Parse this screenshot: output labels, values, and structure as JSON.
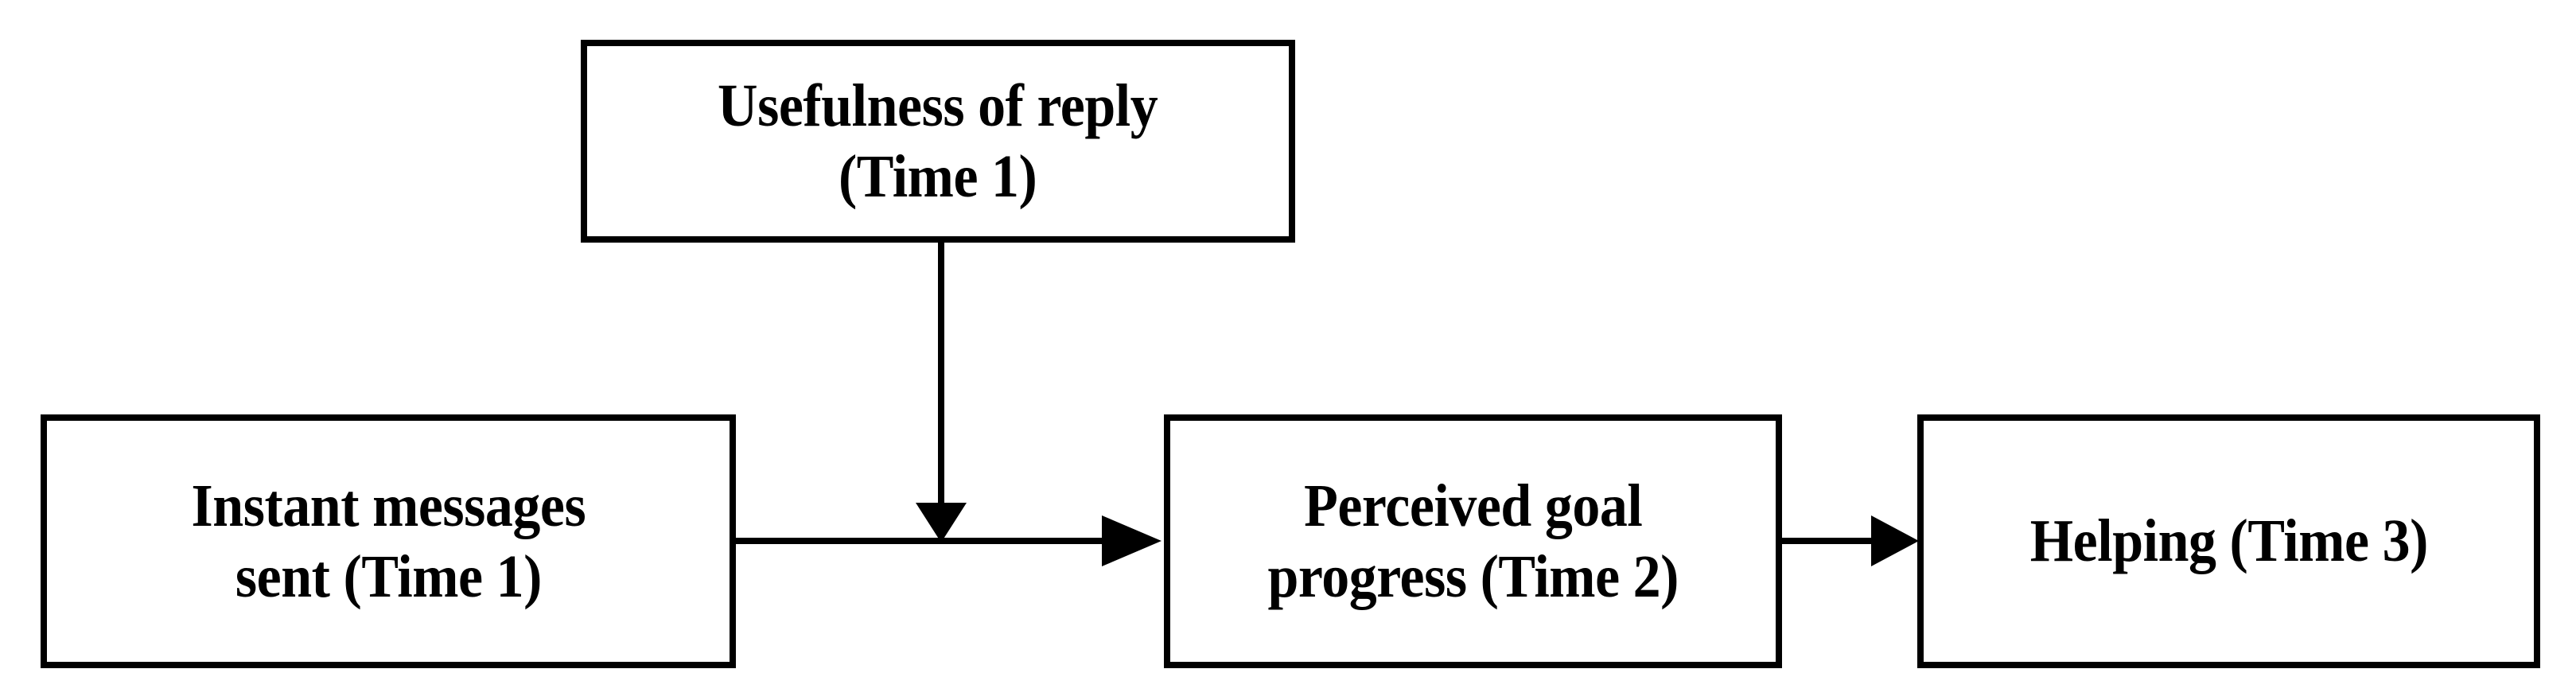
{
  "diagram": {
    "type": "flowchart",
    "title": "",
    "background_color": "#ffffff",
    "line_color": "#000000",
    "nodes": [
      {
        "id": "usefulness",
        "label": "Usefulness of reply\n(Time 1)",
        "line1": "Usefulness of reply",
        "line2": "(Time 1)",
        "time": "Time 1",
        "shape": "rectangle"
      },
      {
        "id": "instant-messages",
        "label": "Instant messages\nsent (Time 1)",
        "line1": "Instant messages",
        "line2": "sent (Time 1)",
        "time": "Time 1",
        "shape": "rectangle"
      },
      {
        "id": "goal-progress",
        "label": "Perceived goal\nprogress (Time 2)",
        "line1": "Perceived goal",
        "line2": "progress (Time 2)",
        "time": "Time 2",
        "shape": "rectangle"
      },
      {
        "id": "helping",
        "label": "Helping (Time 3)",
        "line1": "Helping (Time 3)",
        "line2": "",
        "time": "Time 3",
        "shape": "rectangle"
      }
    ],
    "edges": [
      {
        "id": "edge-messages-to-progress",
        "from": "instant-messages",
        "to": "goal-progress",
        "label": "",
        "arrowhead": "filled-triangle",
        "direction": "right"
      },
      {
        "id": "edge-progress-to-helping",
        "from": "goal-progress",
        "to": "helping",
        "label": "",
        "arrowhead": "filled-triangle",
        "direction": "right"
      },
      {
        "id": "edge-usefulness-to-path",
        "from": "usefulness",
        "to": "edge-messages-to-progress",
        "label": "",
        "arrowhead": "filled-triangle",
        "direction": "down",
        "note": "moderation arrow pointing at the messages-to-progress path"
      }
    ]
  }
}
